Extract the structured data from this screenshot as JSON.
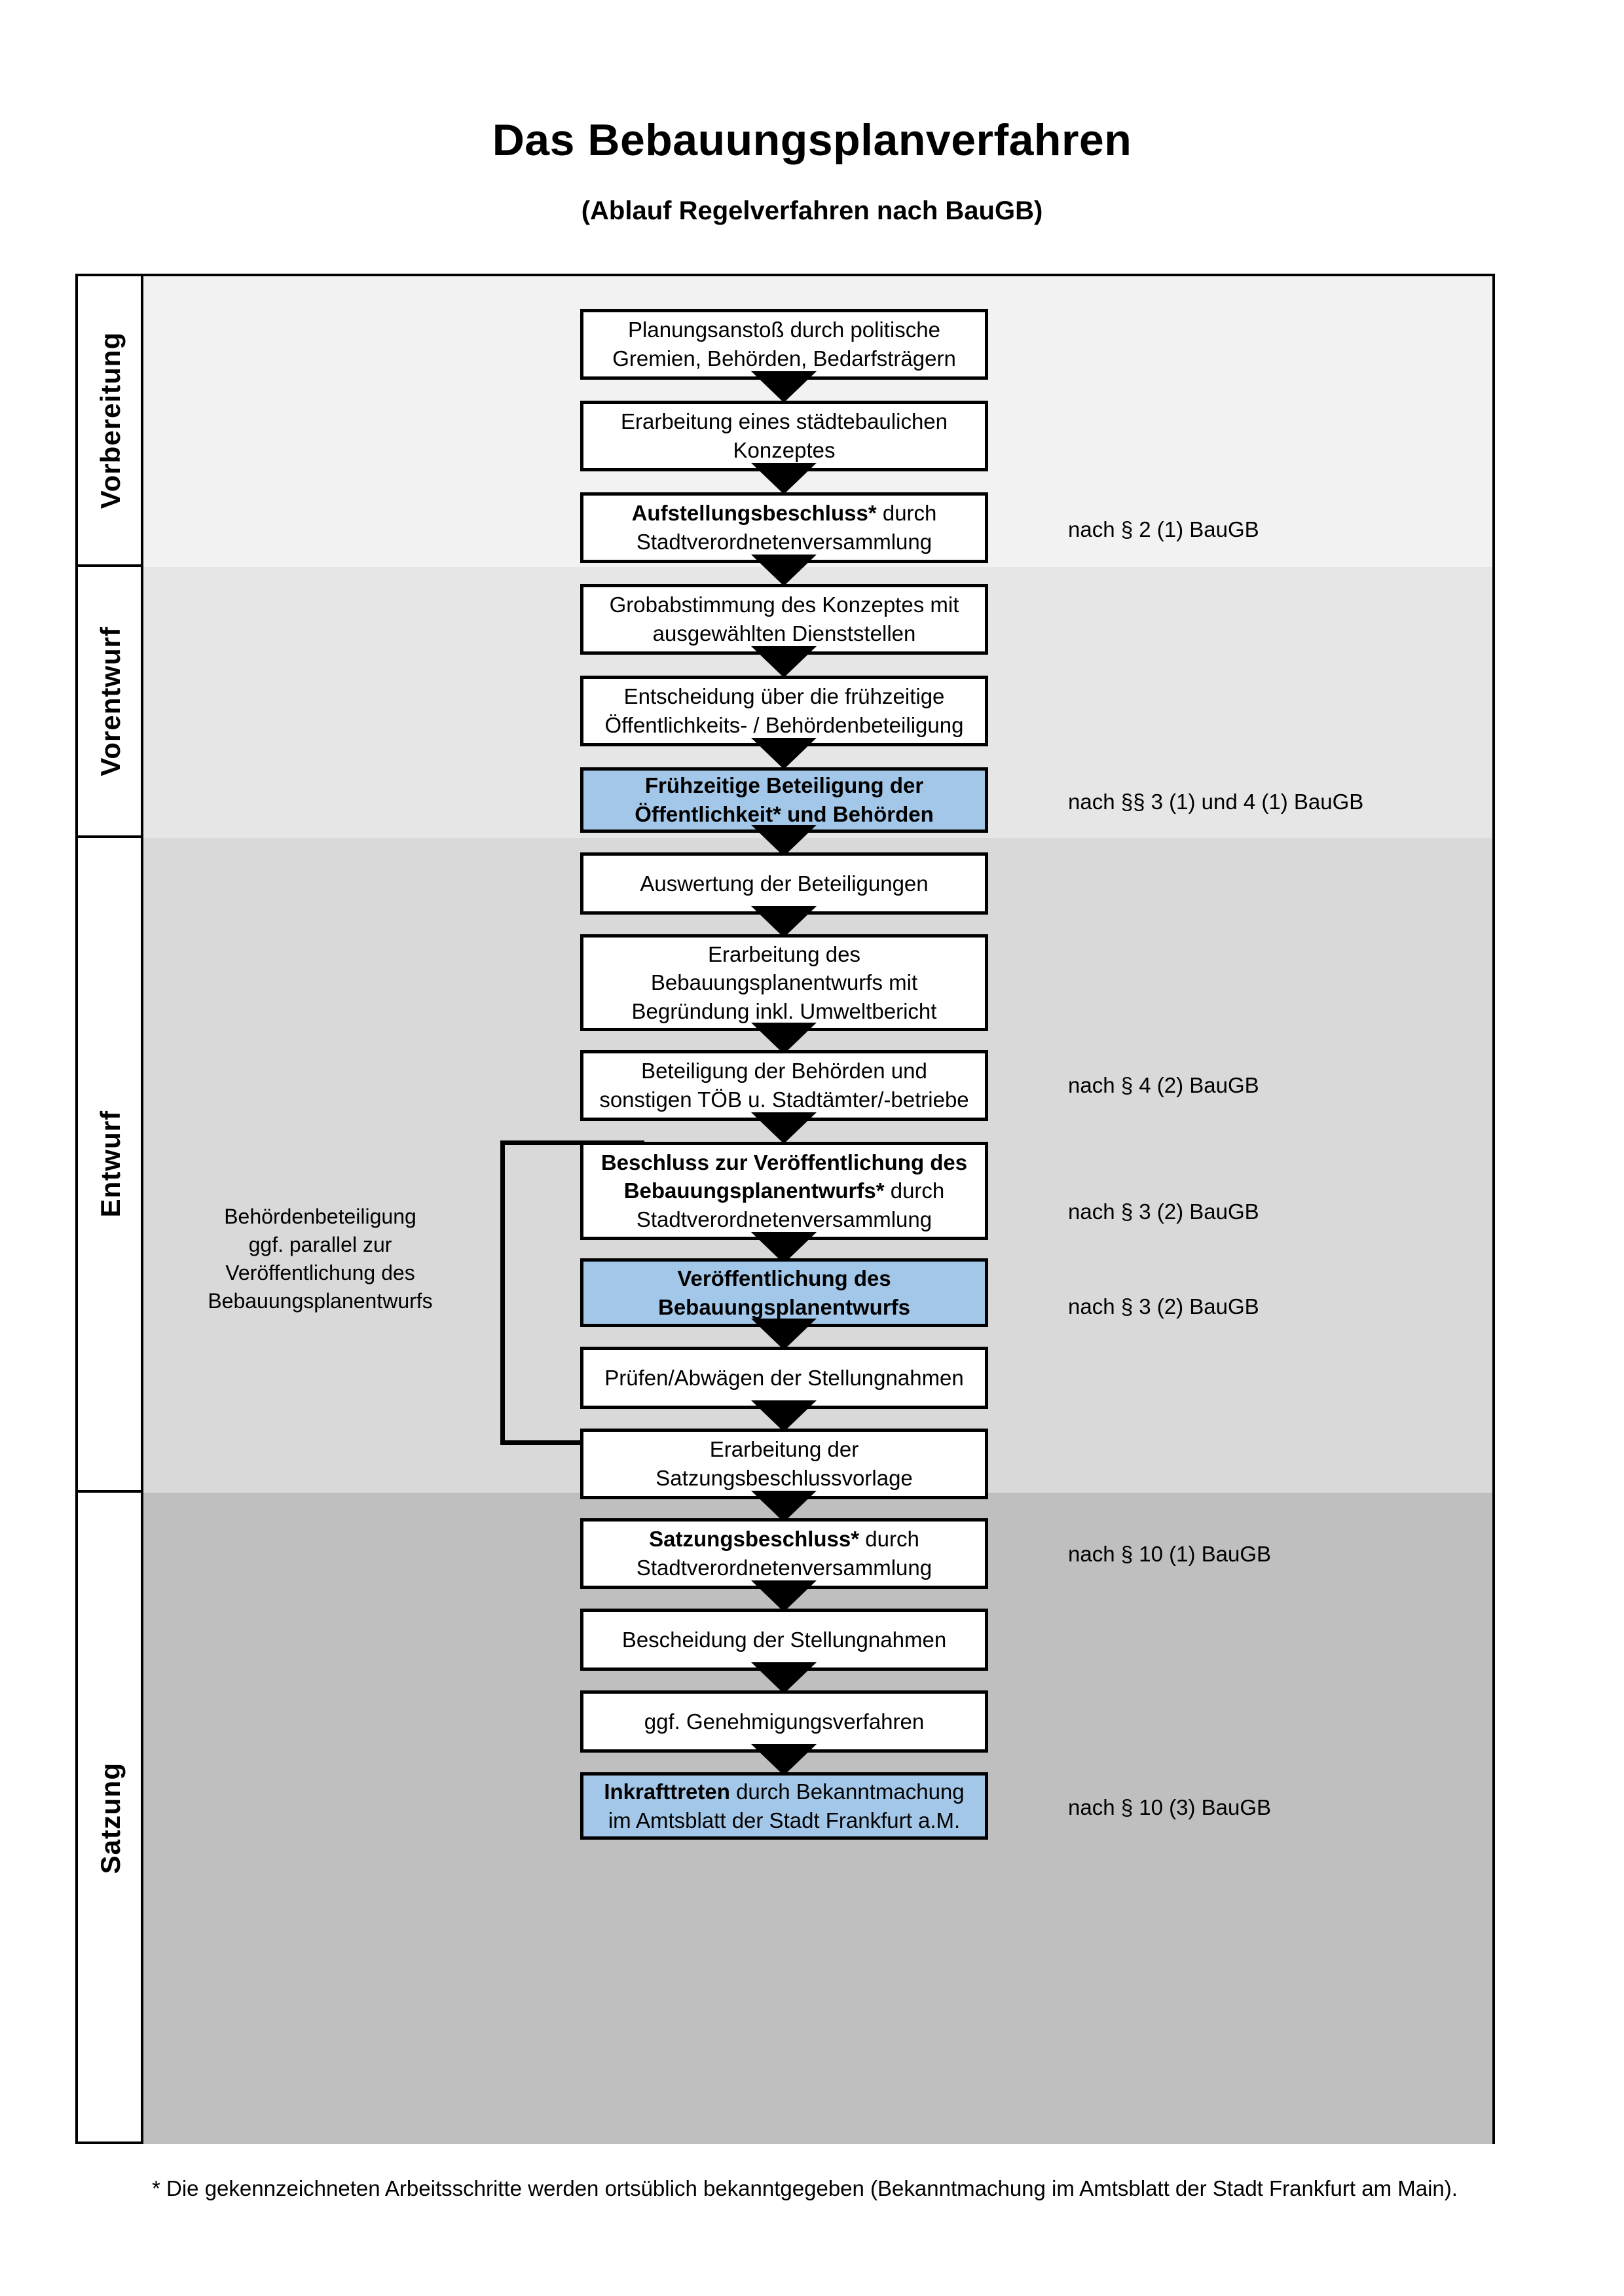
{
  "header": {
    "title": "Das Bebauungsplanverfahren",
    "subtitle": "(Ablauf Regelverfahren nach BauGB)"
  },
  "phases": [
    {
      "label": "Vorbereitung",
      "band_color": "#f2f2f2"
    },
    {
      "label": "Vorentwurf",
      "band_color": "#e6e6e6"
    },
    {
      "label": "Entwurf",
      "band_color": "#d9d9d9"
    },
    {
      "label": "Satzung",
      "band_color": "#bfbfbf"
    }
  ],
  "steps": [
    {
      "id": "s1",
      "phase": "Vorbereitung",
      "bold": "",
      "text": "Planungsanstoß durch politische Gremien, Behörden, Bedarfsträgern",
      "line1": "Planungsanstoß durch politische",
      "line2": "Gremien, Behörden, Bedarfsträgern",
      "highlight": false
    },
    {
      "id": "s2",
      "phase": "Vorbereitung",
      "bold": "",
      "line1": "Erarbeitung eines städtebaulichen",
      "line2": "Konzeptes",
      "highlight": false
    },
    {
      "id": "s3",
      "phase": "Vorbereitung",
      "bold": "Aufstellungsbeschluss*",
      "rest1": " durch",
      "line2": "Stadtverordnetenversammlung",
      "highlight": false
    },
    {
      "id": "s4",
      "phase": "Vorentwurf",
      "bold": "",
      "line1": "Grobabstimmung des Konzeptes mit",
      "line2": "ausgewählten Dienststellen",
      "highlight": false
    },
    {
      "id": "s5",
      "phase": "Vorentwurf",
      "bold": "",
      "line1": "Entscheidung über die frühzeitige",
      "line2": "Öffentlichkeits- / Behördenbeteiligung",
      "highlight": false
    },
    {
      "id": "s6",
      "phase": "Vorentwurf",
      "bold_line1": "Frühzeitige Beteiligung der",
      "bold_line2": "Öffentlichkeit* und Behörden",
      "highlight": true
    },
    {
      "id": "s7",
      "phase": "Entwurf",
      "bold": "",
      "line1": "Auswertung der Beteiligungen",
      "highlight": false
    },
    {
      "id": "s8",
      "phase": "Entwurf",
      "bold": "",
      "line1": "Erarbeitung des",
      "line2": "Bebauungsplanentwurfs mit",
      "line3": "Begründung inkl. Umweltbericht",
      "highlight": false
    },
    {
      "id": "s9",
      "phase": "Entwurf",
      "bold": "",
      "line1": "Beteiligung der Behörden und",
      "line2": "sonstigen TÖB u. Stadtämter/-betriebe",
      "highlight": false
    },
    {
      "id": "s10",
      "phase": "Entwurf",
      "bold_line1": "Beschluss zur Veröffentlichung des",
      "bold_line2": "Bebauungsplanentwurfs*",
      "rest2": " durch",
      "line3": "Stadtverordnetenversammlung",
      "highlight": false
    },
    {
      "id": "s11",
      "phase": "Entwurf",
      "bold_line1": "Veröffentlichung des",
      "bold_line2": "Bebauungsplanentwurfs",
      "highlight": true
    },
    {
      "id": "s12",
      "phase": "Satzung",
      "bold": "",
      "line1": "Prüfen/Abwägen der Stellungnahmen",
      "highlight": false
    },
    {
      "id": "s13",
      "phase": "Satzung",
      "bold": "",
      "line1": "Erarbeitung der",
      "line2": "Satzungsbeschlussvorlage",
      "highlight": false
    },
    {
      "id": "s14",
      "phase": "Satzung",
      "bold": "Satzungsbeschluss*",
      "rest1": " durch",
      "line2": "Stadtverordnetenversammlung",
      "highlight": false
    },
    {
      "id": "s15",
      "phase": "Satzung",
      "bold": "",
      "line1": "Bescheidung der Stellungnahmen",
      "highlight": false
    },
    {
      "id": "s16",
      "phase": "Satzung",
      "bold": "",
      "line1": "ggf. Genehmigungsverfahren",
      "highlight": false
    },
    {
      "id": "s17",
      "phase": "Satzung",
      "bold": "Inkrafttreten",
      "rest1": " durch Bekanntmachung",
      "line2": "im Amtsblatt der Stadt Frankfurt a.M.",
      "highlight": true
    }
  ],
  "legal_notes": [
    {
      "id": "n1",
      "text": "nach § 2 (1) BauGB",
      "for_step": "s3"
    },
    {
      "id": "n2",
      "text": "nach §§ 3 (1) und 4 (1) BauGB",
      "for_step": "s6"
    },
    {
      "id": "n3",
      "text": "nach § 4 (2) BauGB",
      "for_step": "s9"
    },
    {
      "id": "n4",
      "text": "nach § 3 (2) BauGB",
      "for_step": "s10"
    },
    {
      "id": "n5",
      "text": "nach § 3 (2) BauGB",
      "for_step": "s11"
    },
    {
      "id": "n6",
      "text": "nach § 10 (1) BauGB",
      "for_step": "s14"
    },
    {
      "id": "n7",
      "text": "nach § 10 (3) BauGB",
      "for_step": "s17"
    }
  ],
  "side_note": "Behördenbeteiligung\nggf. parallel zur\nVeröffentlichung des\nBebauungsplanentwurfs",
  "footnote": "* Die gekennzeichneten Arbeitsschritte werden ortsüblich bekanntgegeben (Bekanntmachung im Amtsblatt  der Stadt Frankfurt am Main).",
  "colors": {
    "highlight_blue": "#a3c7e8",
    "box_border": "#000000",
    "page_background": "#ffffff"
  }
}
